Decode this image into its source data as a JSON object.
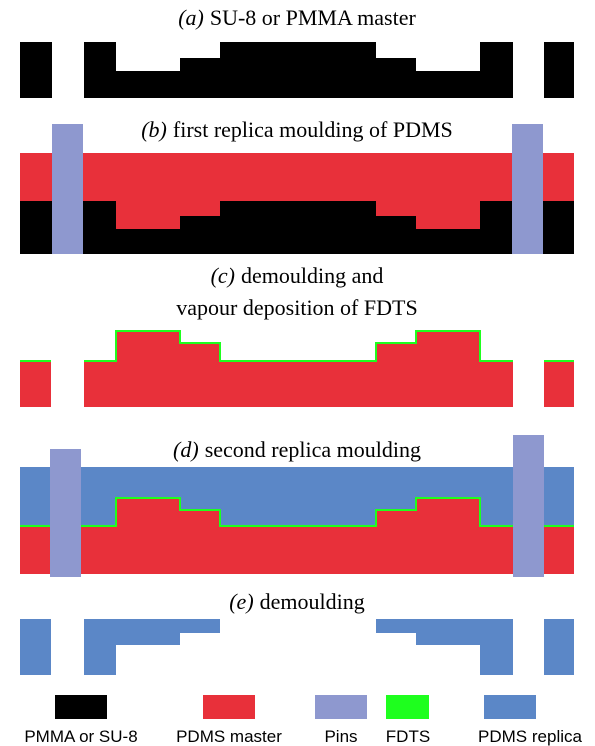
{
  "steps": [
    {
      "label": "(a)",
      "text": "SU-8 or PMMA master"
    },
    {
      "label": "(b)",
      "text": "first replica moulding of PDMS"
    },
    {
      "label": "(c)",
      "text": "demoulding and",
      "text2": "vapour deposition of FDTS"
    },
    {
      "label": "(d)",
      "text": "second replica moulding"
    },
    {
      "label": "(e)",
      "text": "demoulding"
    }
  ],
  "legend": [
    {
      "label": "PMMA or SU-8",
      "color": "#000000"
    },
    {
      "label": "PDMS master",
      "color": "#e8303a"
    },
    {
      "label": "Pins",
      "color": "#8e98cf"
    },
    {
      "label": "FDTS",
      "color": "#1eff1e"
    },
    {
      "label": "PDMS replica",
      "color": "#5b87c7"
    }
  ],
  "colors": {
    "pmma": "#000000",
    "pdms_master": "#e8303a",
    "pins": "#8e98cf",
    "fdts": "#1eff1e",
    "pdms_replica": "#5b87c7",
    "background": "#ffffff"
  }
}
